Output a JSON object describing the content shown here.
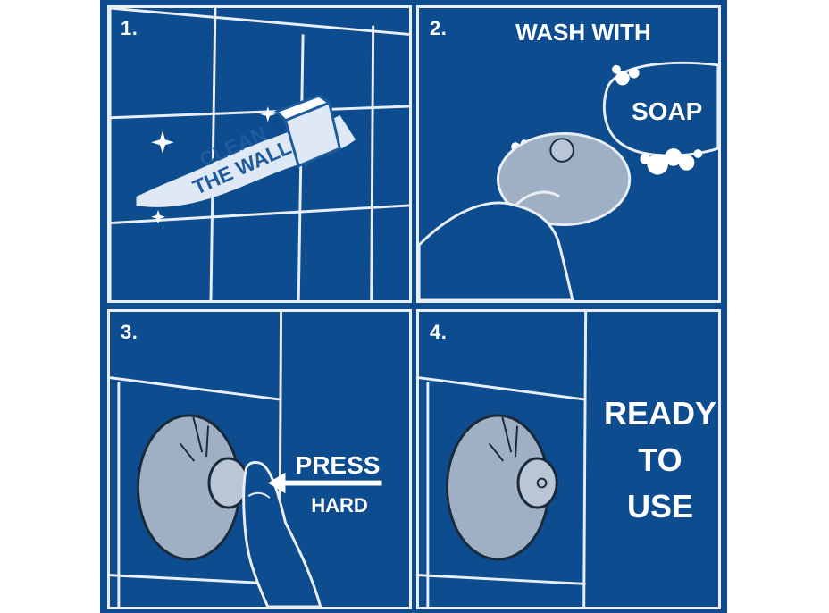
{
  "colors": {
    "background": "#0d4c8e",
    "lines": "#e9eef5",
    "suction_cup": "#9fb0c4",
    "clean_banner": "#dfe9f5",
    "clean_text": "#1d5b9e"
  },
  "panels": [
    {
      "number": "1.",
      "caption_lines": [
        "CLEAN",
        "THE WALL"
      ]
    },
    {
      "number": "2.",
      "title": "WASH WITH",
      "label": "SOAP"
    },
    {
      "number": "3.",
      "label_top": "PRESS",
      "label_bottom": "HARD"
    },
    {
      "number": "4.",
      "caption_lines": [
        "READY",
        "TO",
        "USE"
      ]
    }
  ],
  "icons": [
    "sponge-icon",
    "suction-cup-icon",
    "hand-icon",
    "soap-bar-icon",
    "arrow-left-icon",
    "finger-icon"
  ]
}
